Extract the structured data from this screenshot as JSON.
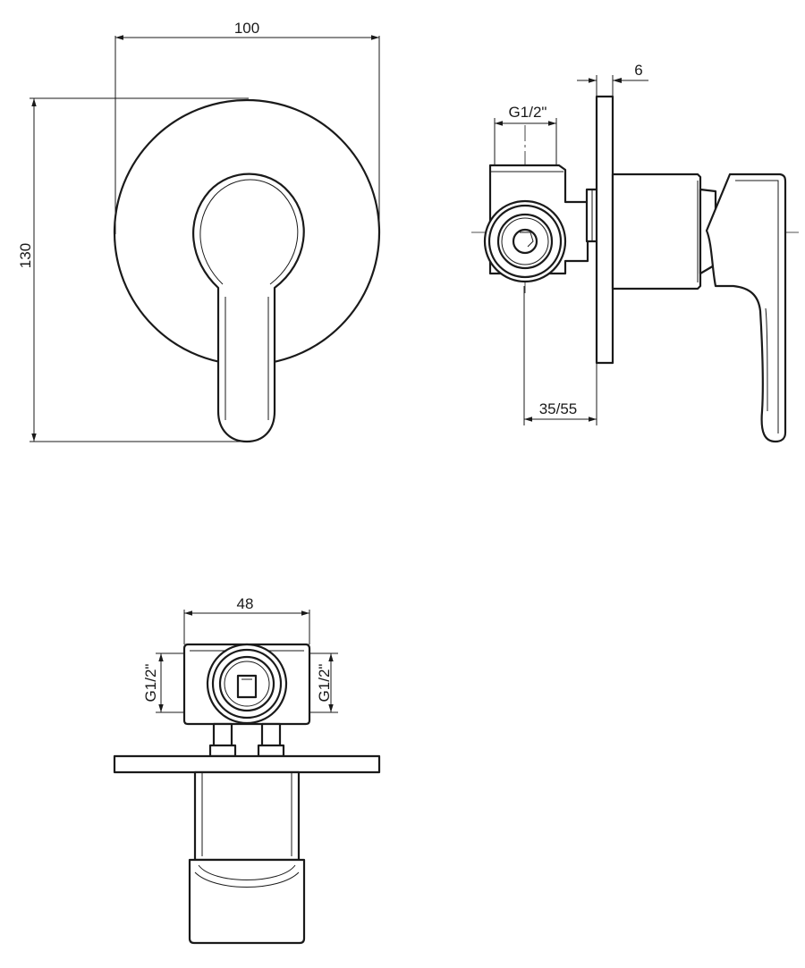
{
  "dimensions": {
    "plate_width": "100",
    "plate_height": "130",
    "plate_thickness": "6",
    "thread_side": "G1/2\"",
    "depth_range": "35/55",
    "body_width": "48",
    "thread_left": "G1/2\"",
    "thread_right": "G1/2\""
  },
  "colors": {
    "line": "#1a1a1a",
    "background": "#ffffff"
  }
}
